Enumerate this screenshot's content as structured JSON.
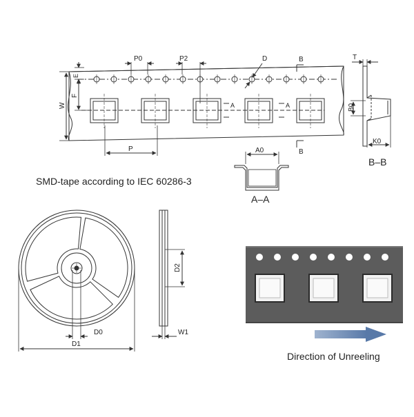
{
  "tape_top": {
    "labels": {
      "P0": "P0",
      "P2": "P2",
      "D": "D",
      "B": "B",
      "E": "E",
      "F": "F",
      "W": "W",
      "P": "P",
      "A": "A"
    }
  },
  "side_bb": {
    "T": "T",
    "B0": "B0",
    "K0": "K0",
    "title": "B–B"
  },
  "section_aa": {
    "A0": "A0",
    "title": "A–A"
  },
  "caption_iec": "SMD-tape according to IEC 60286-3",
  "reel": {
    "D0": "D0",
    "D1": "D1",
    "D2": "D2",
    "W1": "W1"
  },
  "photo": {
    "caption": "Direction of Unreeling"
  },
  "colors": {
    "line": "#333333",
    "tape_photo": "#5c5c5c",
    "arrow": "#6a8ab5"
  }
}
